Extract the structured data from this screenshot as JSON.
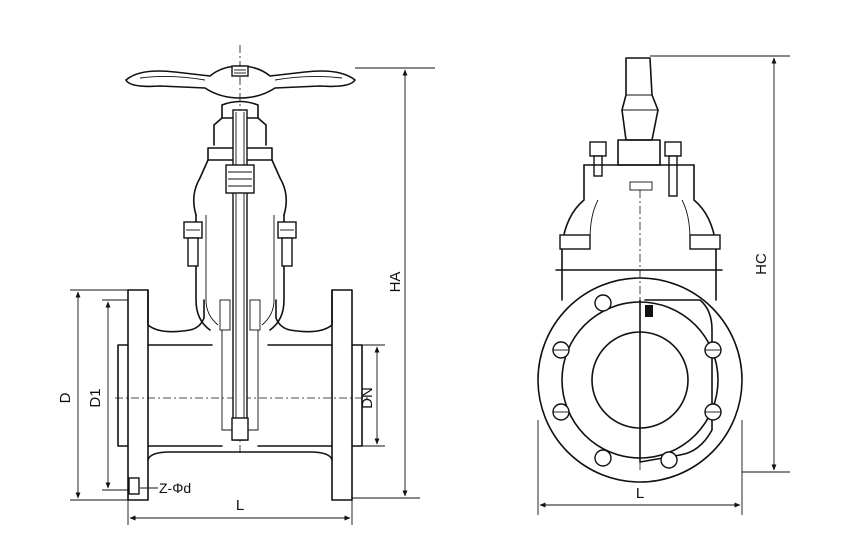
{
  "labels": {
    "D": "D",
    "D1": "D1",
    "DN": "DN",
    "HA": "HA",
    "HC": "HC",
    "L_front": "L",
    "L_side": "L",
    "bolt": "Z-Φd"
  }
}
